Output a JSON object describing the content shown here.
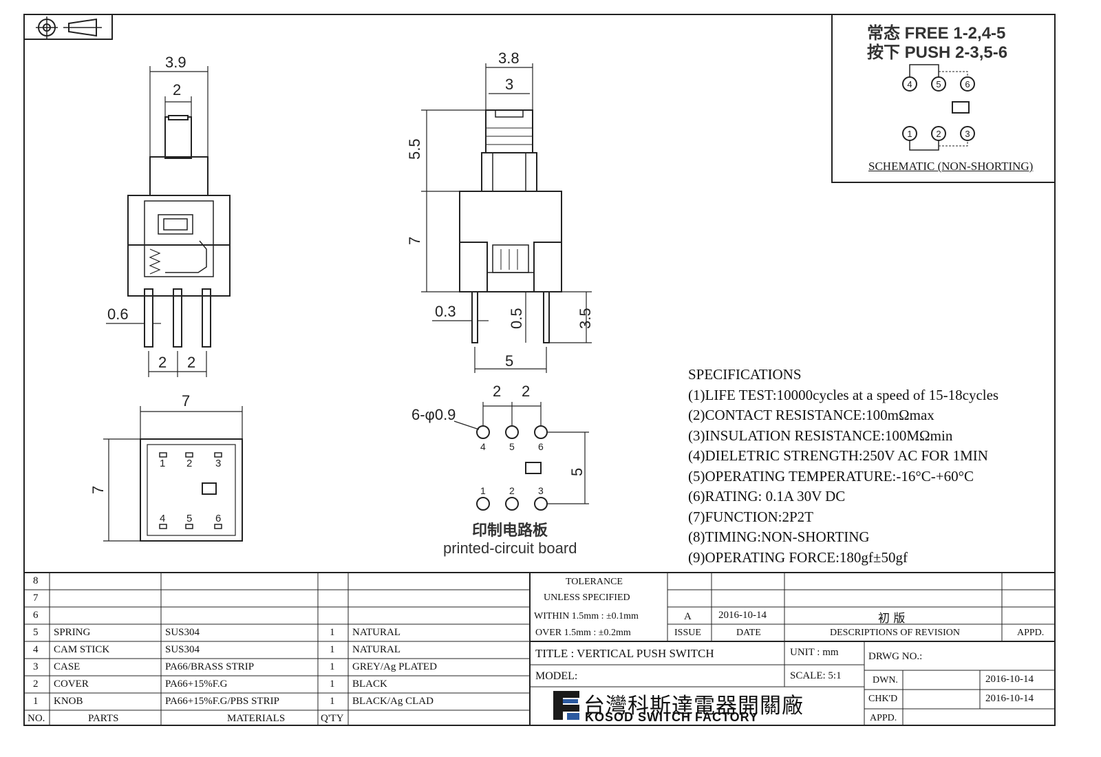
{
  "dimensions": {
    "front": {
      "d39": "3.9",
      "d2": "2",
      "d06": "0.6",
      "d2a": "2",
      "d2b": "2"
    },
    "side": {
      "d38": "3.8",
      "d3": "3",
      "d55": "5.5",
      "d7": "7",
      "d03": "0.3",
      "d05": "0.5",
      "d35": "3.5",
      "d5": "5"
    },
    "bottom": {
      "d7w": "7",
      "d7h": "7",
      "pins_top": [
        "1",
        "2",
        "3"
      ],
      "pins_bottom": [
        "4",
        "5",
        "6"
      ]
    },
    "pcb": {
      "d2a": "2",
      "d2b": "2",
      "hole": "6-φ0.9",
      "d5": "5",
      "top_labels": [
        "4",
        "5",
        "6"
      ],
      "bottom_labels": [
        "1",
        "2",
        "3"
      ],
      "label_cn": "印制电路板",
      "label_en": "printed-circuit board"
    }
  },
  "schematic": {
    "line1": "常态 FREE 1-2,4-5",
    "line2": "按下 PUSH 2-3,5-6",
    "top_pins": [
      "4",
      "5",
      "6"
    ],
    "bottom_pins": [
      "1",
      "2",
      "3"
    ],
    "caption": "SCHEMATIC (NON-SHORTING)"
  },
  "specs": {
    "title": "SPECIFICATIONS",
    "items": [
      "(1)LIFE TEST:10000cycles at a speed of 15-18cycles",
      "(2)CONTACT RESISTANCE:100mΩmax",
      "(3)INSULATION RESISTANCE:100MΩmin",
      "(4)DIELETRIC STRENGTH:250V AC FOR 1MIN",
      "(5)OPERATING TEMPERATURE:-16°C-+60°C",
      "(6)RATING: 0.1A 30V DC",
      "(7)FUNCTION:2P2T",
      "(8)TIMING:NON-SHORTING",
      "(9)OPERATING FORCE:180gf±50gf"
    ]
  },
  "bom": {
    "rows": [
      {
        "no": "8",
        "part": "",
        "material": "",
        "qty": "",
        "note": ""
      },
      {
        "no": "7",
        "part": "",
        "material": "",
        "qty": "",
        "note": ""
      },
      {
        "no": "6",
        "part": "",
        "material": "",
        "qty": "",
        "note": ""
      },
      {
        "no": "5",
        "part": "SPRING",
        "material": "SUS304",
        "qty": "1",
        "note": "NATURAL"
      },
      {
        "no": "4",
        "part": "CAM STICK",
        "material": "SUS304",
        "qty": "1",
        "note": "NATURAL"
      },
      {
        "no": "3",
        "part": "CASE",
        "material": "PA66/BRASS STRIP",
        "qty": "1",
        "note": "GREY/Ag PLATED"
      },
      {
        "no": "2",
        "part": "COVER",
        "material": "PA66+15%F.G",
        "qty": "1",
        "note": "BLACK"
      },
      {
        "no": "1",
        "part": "KNOB",
        "material": "PA66+15%F.G/PBS STRIP",
        "qty": "1",
        "note": "BLACK/Ag CLAD"
      }
    ],
    "header": {
      "no": "NO.",
      "parts": "PARTS",
      "materials": "MATERIALS",
      "qty": "Q'TY"
    }
  },
  "tolerance": {
    "line1": "TOLERANCE",
    "line2": "UNLESS  SPECIFIED",
    "line3": "WITHIN 1.5mm : ±0.1mm",
    "line4": "OVER 1.5mm : ±0.2mm"
  },
  "revision": {
    "issue_value": "A",
    "date_value": "2016-10-14",
    "desc_value": "初  版",
    "issue_label": "ISSUE",
    "date_label": "DATE",
    "desc_label": "DESCRIPTIONS OF REVISION",
    "appd_label": "APPD."
  },
  "titleblock": {
    "title": "TITLE :  VERTICAL PUSH SWITCH",
    "unit": "UNIT :  mm",
    "drwg": "DRWG NO.:",
    "model": "MODEL:",
    "scale": "SCALE:  5:1",
    "dwn_label": "DWN.",
    "dwn_date": "2016-10-14",
    "chkd_label": "CHK'D",
    "chkd_date": "2016-10-14",
    "appd_label": "APPD."
  },
  "company": {
    "cn": "台灣科斯達電器開關廠",
    "en": "KOSOD SWITCH FACTORY"
  }
}
